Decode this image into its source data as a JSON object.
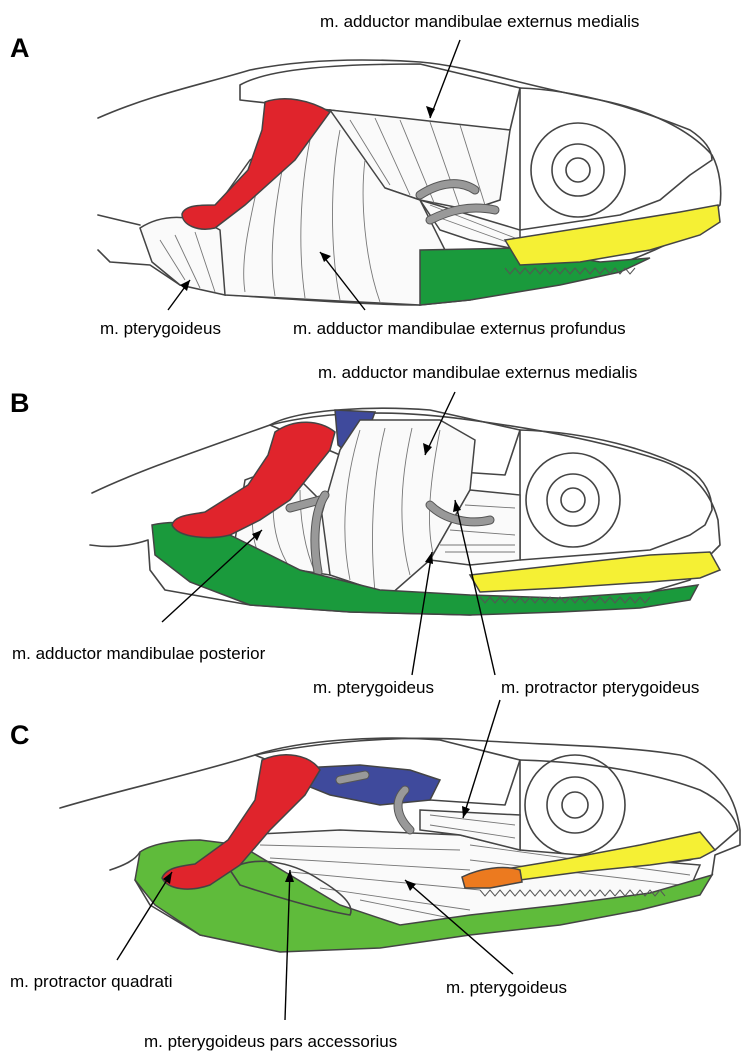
{
  "figure": {
    "panels": [
      {
        "letter": "A",
        "labels": [
          "m. adductor mandibulae externus medialis",
          "m. pterygoideus",
          "m. adductor mandibulae externus profundus"
        ]
      },
      {
        "letter": "B",
        "labels": [
          "m. adductor mandibulae externus medialis",
          "m. adductor mandibulae posterior",
          "m. pterygoideus",
          "m. protractor pterygoideus"
        ]
      },
      {
        "letter": "C",
        "labels": [
          "m. protractor quadrati",
          "m. pterygoideus",
          "m. pterygoideus pars accessorius"
        ]
      }
    ],
    "colors": {
      "quadrate": "#e0242c",
      "mandible": "#1a9a3c",
      "mandible_light": "#5fbb3b",
      "maxilla": "#f5f034",
      "blue_bone": "#3f4a9c",
      "orange_bone": "#ec7a1f",
      "tendon": "#b3b3b3"
    }
  }
}
